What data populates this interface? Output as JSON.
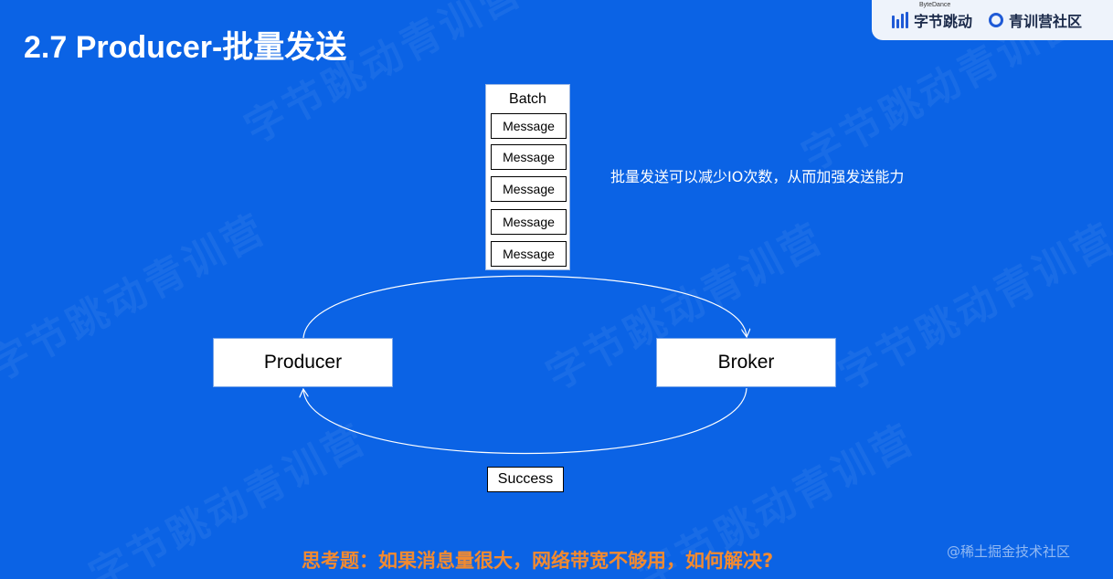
{
  "title": "2.7  Producer-批量发送",
  "brand": {
    "bytedance_sub": "ByteDance",
    "bytedance_name": "字节跳动",
    "qingxun_name": "青训营社区"
  },
  "watermark_text": "字节跳动青训营",
  "diagram": {
    "batch_label": "Batch",
    "messages": [
      "Message",
      "Message",
      "Message",
      "Message",
      "Message"
    ],
    "producer": "Producer",
    "broker": "Broker",
    "success": "Success",
    "note": "批量发送可以减少IO次数，从而加强发送能力"
  },
  "question": "思考题：如果消息量很大，网络带宽不够用，如何解决?",
  "credit": "@稀土掘金技术社区",
  "colors": {
    "background": "#0b63e5",
    "question": "#f28a30",
    "brand_panel": "#eef3fb",
    "brand_accent": "#1f5ad6"
  }
}
